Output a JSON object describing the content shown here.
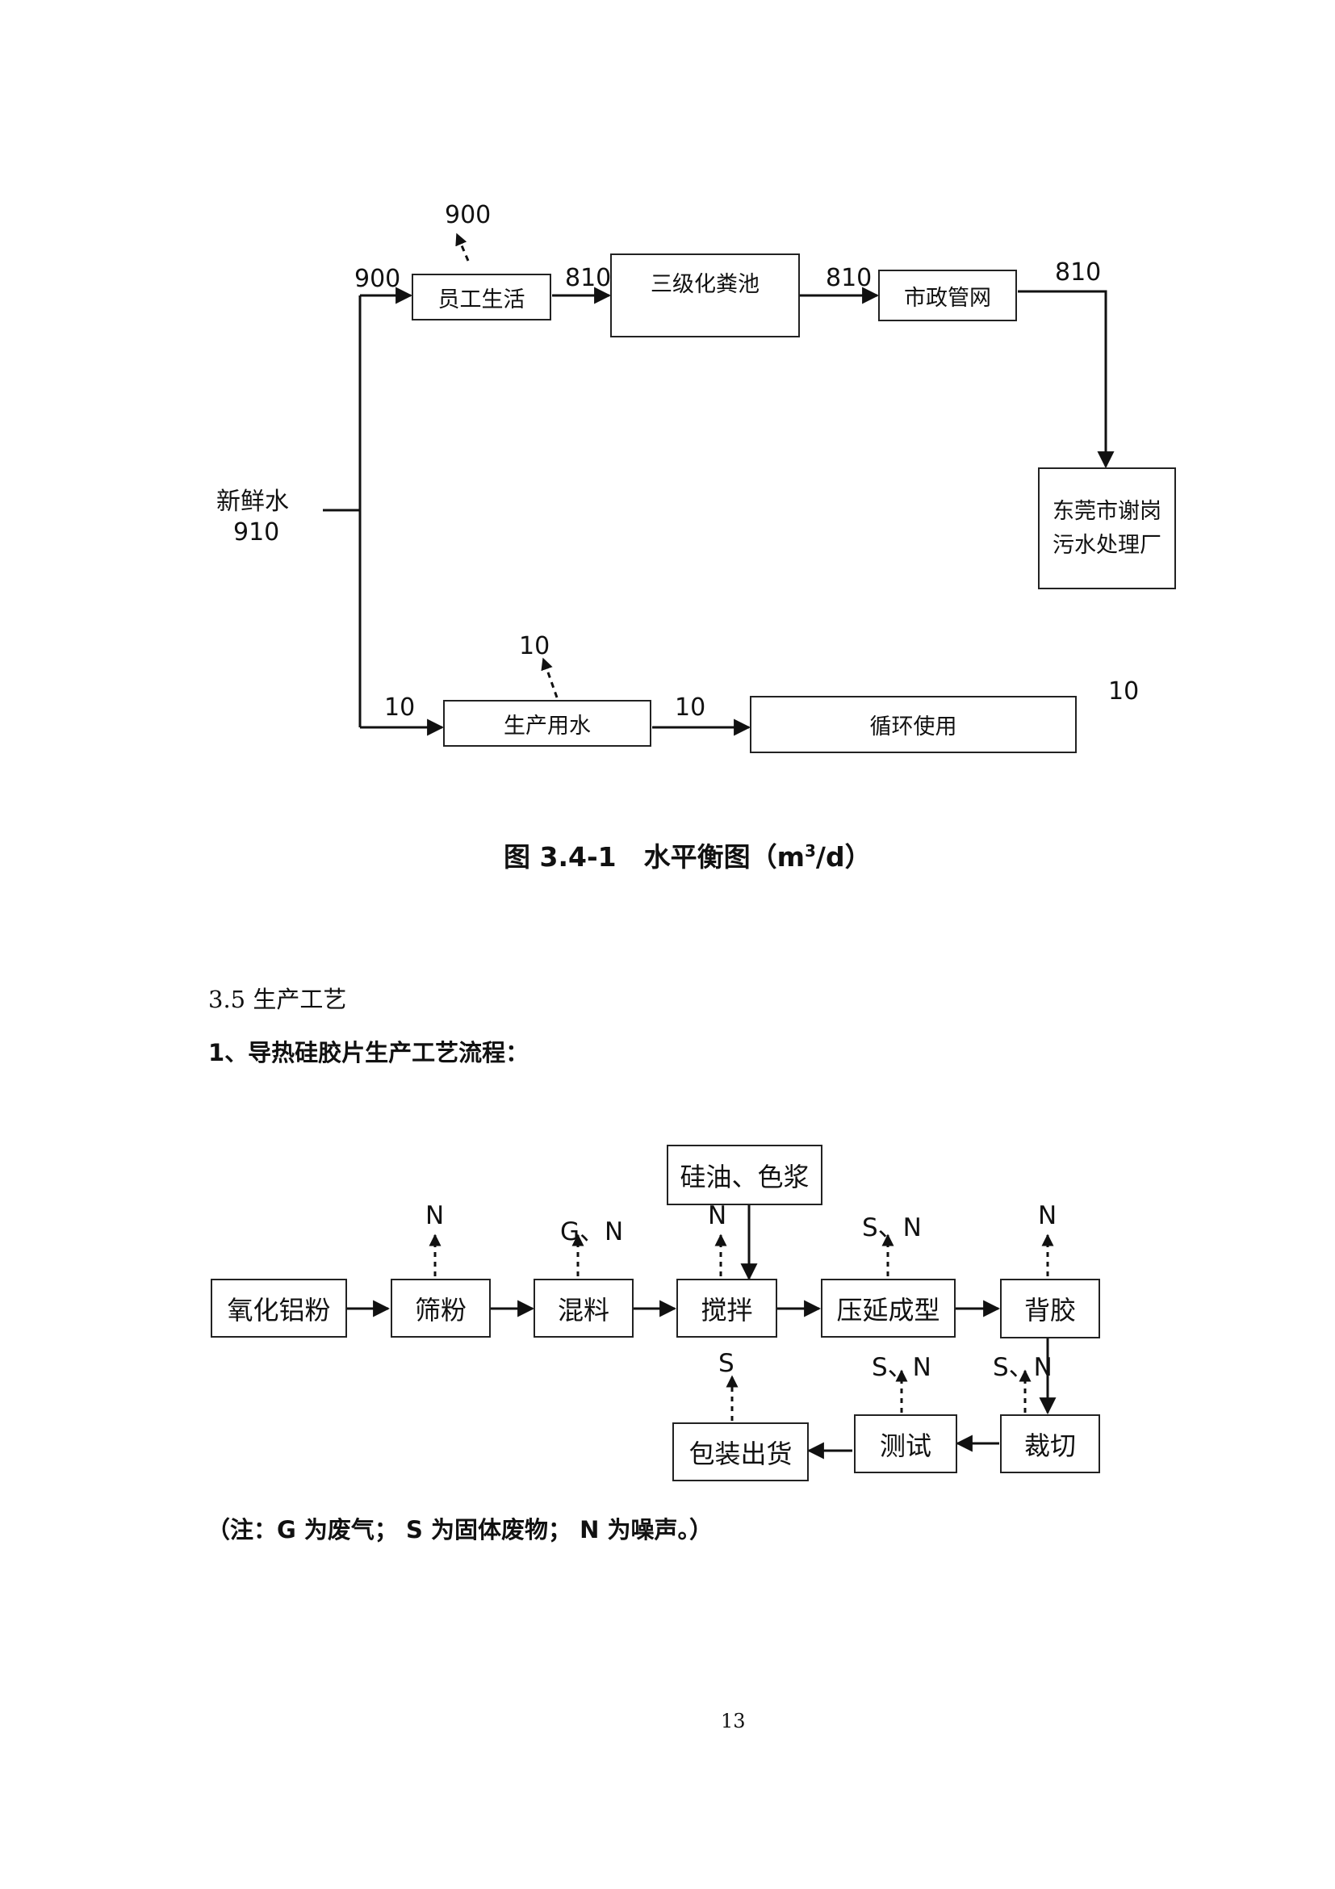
{
  "water_balance": {
    "fresh_water": {
      "label": "新鲜水",
      "value": "910"
    },
    "boxes": {
      "staff_life": "员工生活",
      "septic_tank": "三级化粪池",
      "municipal_network": "市政管网",
      "treatment_plant_line1": "东莞市谢岗",
      "treatment_plant_line2": "污水处理厂",
      "production_water": "生产用水",
      "recycle_use": "循环使用"
    },
    "numbers": {
      "to_staff": "900",
      "staff_loss": "900",
      "staff_to_septic": "810",
      "septic_to_municipal": "810",
      "municipal_to_plant": "810",
      "to_production": "10",
      "production_loss": "10",
      "production_to_recycle": "10",
      "recycle_value": "10"
    },
    "caption": {
      "prefix": "图 3.4-1",
      "title": "水平衡图（m",
      "sup": "3",
      "suffix": "/d）"
    }
  },
  "section": {
    "heading": "3.5 生产工艺",
    "subheading": "1、导热硅胶片生产工艺流程："
  },
  "process_flow": {
    "boxes": {
      "alumina_powder": "氧化铝粉",
      "sieving": "筛粉",
      "mixing": "混料",
      "stirring": "搅拌",
      "silicone_oil": "硅油、色浆",
      "calendering": "压延成型",
      "adhesive_backing": "背胶",
      "cutting": "裁切",
      "testing": "测试",
      "packing": "包装出货"
    },
    "emissions": {
      "sieving": "N",
      "mixing": "G、N",
      "stirring": "N",
      "calendering": "S、N",
      "adhesive_backing": "N",
      "cutting": "S、N",
      "testing": "S、N",
      "packing": "S"
    },
    "note": "（注：G 为废气；  S 为固体废物；  N 为噪声。）"
  },
  "page_number": "13"
}
